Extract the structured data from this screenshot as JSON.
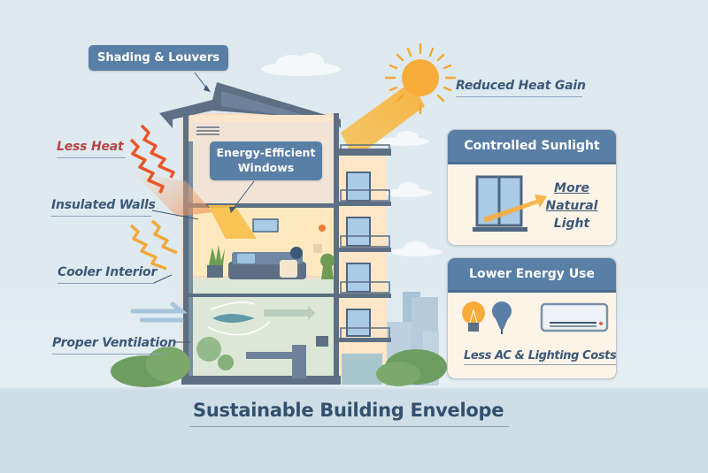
{
  "diagram": {
    "title": "Sustainable Building Envelope",
    "callouts": {
      "shading": "Shading & Louvers",
      "windows_line1": "Energy-Efficient",
      "windows_line2": "Windows"
    },
    "side_labels": {
      "less_heat": "Less Heat",
      "insulated_walls": "Insulated Walls",
      "cooler_interior": "Cooler Interior",
      "proper_ventilation": "Proper Ventilation",
      "reduced_heat_gain": "Reduced Heat Gain"
    },
    "cards": [
      {
        "heading": "Controlled Sunlight",
        "text_line1": "More",
        "text_line2": "Natural",
        "text_line3": "Light",
        "icons": [
          "window-icon",
          "sunlight-arrow-icon"
        ]
      },
      {
        "heading": "Lower Energy Use",
        "caption": "Less AC & Lighting Costs",
        "icons": [
          "lightbulb-icon",
          "led-bulb-icon",
          "air-conditioner-icon"
        ]
      }
    ],
    "colors": {
      "label_blue": "#5a7fa6",
      "text_navy": "#3d5878",
      "heat_red": "#b84545",
      "heat_wave_orange": "#e9572a",
      "sun_orange": "#f7ac3a",
      "card_bg": "#fdf4e7",
      "sky": "#dde9ef"
    }
  }
}
